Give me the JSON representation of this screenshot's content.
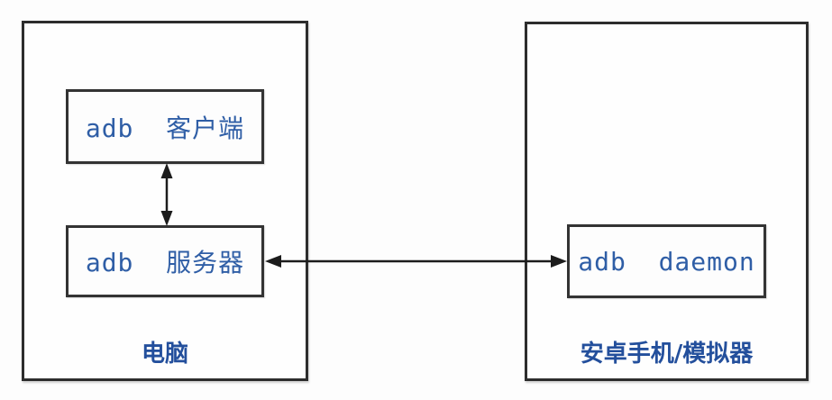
{
  "diagram": {
    "title_semantic": "adb architecture diagram",
    "computer_group": {
      "caption": "电脑",
      "nodes": {
        "client": {
          "label": "adb  客户端"
        },
        "server": {
          "label": "adb  服务器"
        }
      }
    },
    "device_group": {
      "caption": "安卓手机/模拟器",
      "nodes": {
        "daemon": {
          "label": "adb  daemon"
        }
      }
    },
    "connections": [
      {
        "from": "adb 客户端",
        "to": "adb 服务器",
        "type": "bidirectional-arrow",
        "orientation": "vertical"
      },
      {
        "from": "adb 服务器",
        "to": "adb daemon",
        "type": "bidirectional-arrow",
        "orientation": "horizontal"
      }
    ],
    "colors": {
      "node_text": "#2f5ea6",
      "caption_text": "#234f9c",
      "box_border": "#2d2d2d",
      "arrow": "#1c1c1c",
      "background": "#fdfdfd"
    }
  }
}
